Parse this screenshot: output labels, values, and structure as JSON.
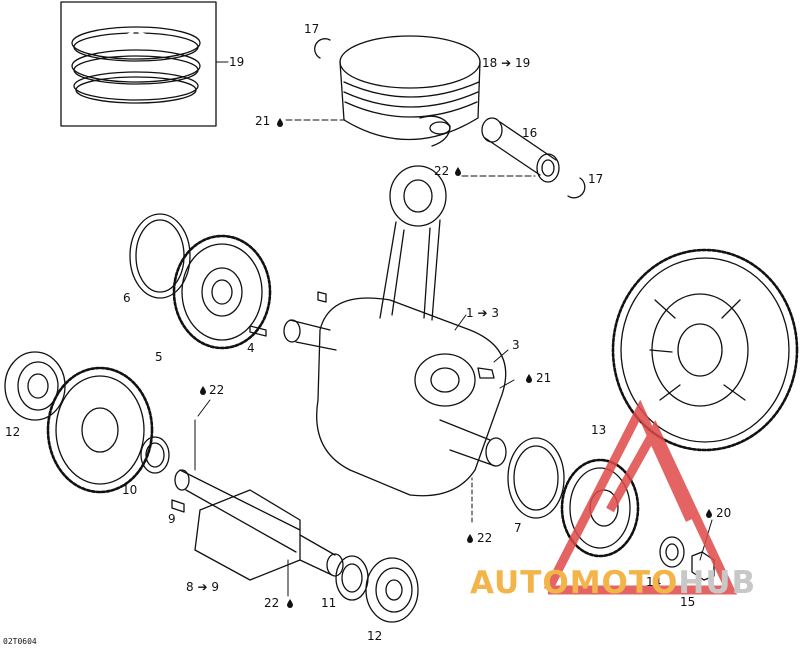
{
  "drawing_code": "02T0604",
  "labels": {
    "l19": "19",
    "l17a": "17",
    "l18": "18 ➔ 19",
    "l21a": "21",
    "l16": "16",
    "l22a": "22",
    "l17b": "17",
    "l6": "6",
    "l4": "4",
    "l5": "5",
    "l13": "13",
    "l12a": "12",
    "l22b": "22",
    "l10": "10",
    "l9": "9",
    "l8": "8 ➔ 9",
    "l22c": "22",
    "l11": "11",
    "l12b": "12",
    "l1": "1 ➔ 3",
    "l3": "3",
    "l21b": "21",
    "l7": "7",
    "l22d": "22",
    "l20": "20",
    "l14": "14",
    "l15": "15"
  },
  "watermark": {
    "part1": "AUTOMOTO",
    "part2": "HUB",
    "color_primary": "#f3b54a",
    "color_secondary": "#c8c8c8",
    "triangle_color": "#e04a4a"
  }
}
